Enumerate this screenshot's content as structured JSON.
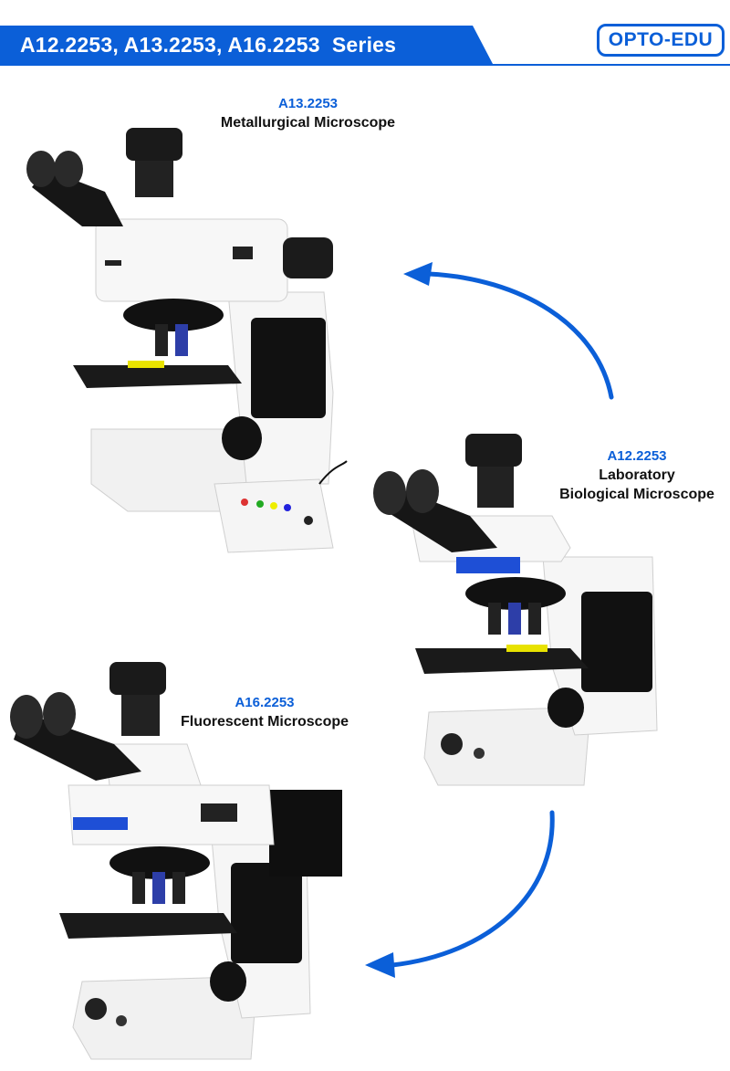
{
  "header": {
    "title": "A12.2253, A13.2253, A16.2253  Series",
    "brand_logo_text": "OPTO-EDU",
    "accent_color": "#0b5fd8"
  },
  "products": [
    {
      "code": "A13.2253",
      "name_lines": [
        "Metallurgical Microscope"
      ],
      "image": "metallurgical-microscope-with-control-box"
    },
    {
      "code": "A12.2253",
      "name_lines": [
        "Laboratory",
        "Biological Microscope"
      ],
      "image": "laboratory-biological-microscope"
    },
    {
      "code": "A16.2253",
      "name_lines": [
        "Fluorescent Microscope"
      ],
      "image": "fluorescent-microscope"
    }
  ],
  "arrows": [
    {
      "from": "A12.2253",
      "to": "A13.2253",
      "icon": "curved-arrow-icon"
    },
    {
      "from": "A12.2253",
      "to": "A16.2253",
      "icon": "curved-arrow-icon"
    }
  ]
}
